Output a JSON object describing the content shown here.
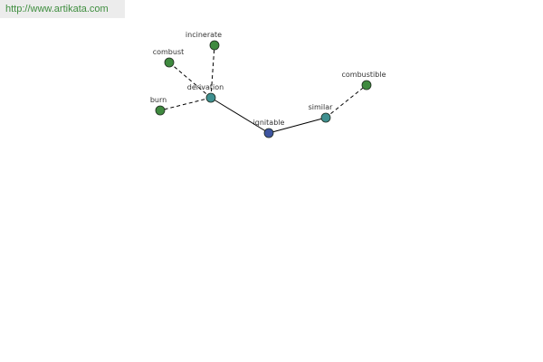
{
  "site_url": "http://www.artikata.com",
  "colors": {
    "url_text": "#3f8e3f",
    "url_bg": "#ececec",
    "center_node": "#3e55a0",
    "relation_node": "#3f9090",
    "leaf_node": "#3f8a3f",
    "node_stroke": "#1e2a1e",
    "edge": "#000000"
  },
  "graph": {
    "center": "ignitable",
    "nodes": [
      {
        "id": "ignitable",
        "label": "ignitable",
        "kind": "center"
      },
      {
        "id": "derivation",
        "label": "derivation",
        "kind": "relation"
      },
      {
        "id": "similar",
        "label": "similar",
        "kind": "relation"
      },
      {
        "id": "combust",
        "label": "combust",
        "kind": "leaf"
      },
      {
        "id": "incinerate",
        "label": "incinerate",
        "kind": "leaf"
      },
      {
        "id": "burn",
        "label": "burn",
        "kind": "leaf"
      },
      {
        "id": "combustible",
        "label": "combustible",
        "kind": "leaf"
      }
    ],
    "edges": [
      {
        "from": "ignitable",
        "to": "derivation",
        "style": "solid"
      },
      {
        "from": "ignitable",
        "to": "similar",
        "style": "solid"
      },
      {
        "from": "derivation",
        "to": "combust",
        "style": "dashed"
      },
      {
        "from": "derivation",
        "to": "incinerate",
        "style": "dashed"
      },
      {
        "from": "derivation",
        "to": "burn",
        "style": "dashed"
      },
      {
        "from": "similar",
        "to": "combustible",
        "style": "dashed"
      }
    ]
  }
}
